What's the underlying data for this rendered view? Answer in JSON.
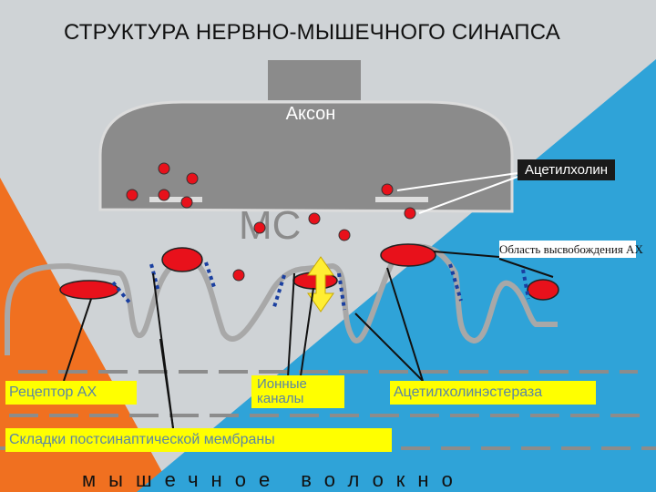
{
  "slide": {
    "title": "СТРУКТУРА НЕРВНО-МЫШЕЧНОГО СИНАПСА",
    "colors": {
      "background": "#cfd3d6",
      "orange": "#f07020",
      "blue": "#2fa3d8",
      "axon": "#8b8b8b",
      "vesicle": "#e8111b",
      "label_yellow": "#ffff00",
      "channel_dots": "#1a3fa0"
    }
  },
  "labels": {
    "axon": "Аксон",
    "acetylcholine": "Ацетилхолин",
    "release_zone": "Область высвобождения АХ",
    "receptor": "Рецептор АХ",
    "ion_channels": "Ионные каналы",
    "esterase": "Ацетилхолинэстераза",
    "folds": "Складки постсинаптической мембраны",
    "muscle_fiber": "мышечное волокно"
  }
}
